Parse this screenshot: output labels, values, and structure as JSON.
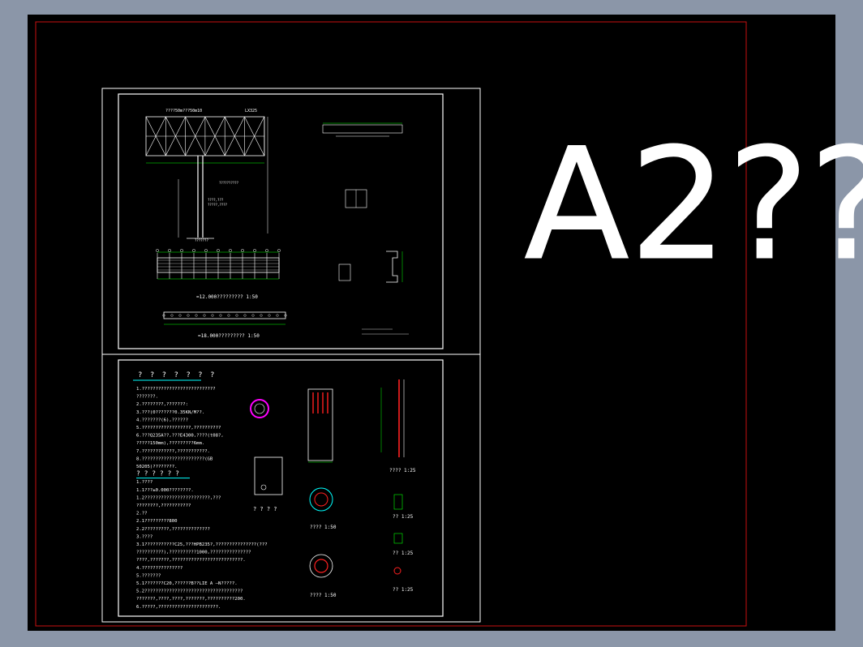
{
  "watermark": {
    "title": "A2??"
  },
  "drawing": {
    "top_sheet": {
      "label_top_left": "????50m???50m10",
      "label_top_right": "LX325",
      "plan_label_1": "=12.000????????? 1:50",
      "plan_label_2": "=18.000????????? 1:50"
    },
    "bottom_sheet": {
      "notes_title": "? ? ? ? ? ? ?",
      "notes_lines": [
        "1.???????????????????????????",
        "  ???????.",
        "2.????????,???????:",
        "3.???(0???????0.35KN/M??.",
        "4.???????(6),??????",
        "5.??????????????????,??????????",
        "6.???Q235A??,???E4300,????(t08?,",
        "  ?????150mm),?????????6mm.",
        "7.????????????,???????????.",
        "8.???????????????????????(GB",
        "  50205)????????.",
        "? ? ? ? ? ?",
        "1.????",
        "  1.1???±0.000????????.",
        "  1.2????????????????????????,???",
        "  ????????,???????????",
        "2.??",
        "  2.1?????????800",
        "  2.2?????????,??????????????",
        "3.????",
        "  3.1???????????C25,???HPB235?,???????????????(???",
        "  ??????????),??????????1000,???????????????",
        "  ????,???????,??????????????????????????.",
        "4.???????????????",
        "5.???????",
        "  5.1???????C20,??????B??LIE A —N?????.",
        "  5.2????????????????????????????????????",
        "  ???????,????,????,???????,??????????200.",
        "6.?????,??????????????????????."
      ],
      "detail_labels": {
        "foundation": "? ? ? ?",
        "section_a": "????  1:50",
        "section_b": "????  1:50",
        "elev_1": "????  1:25",
        "detail_1": "??  1:25",
        "detail_2": "??  1:25",
        "detail_3": "??  1:25"
      }
    }
  },
  "colors": {
    "background_chrome": "#8b96a8",
    "viewport": "#000000",
    "limits_border": "#c81010",
    "line_white": "#ffffff",
    "line_green": "#00ff00",
    "line_cyan": "#00ffff",
    "line_magenta": "#ff00ff",
    "line_red": "#ff2020",
    "line_yellow": "#ffff00"
  }
}
